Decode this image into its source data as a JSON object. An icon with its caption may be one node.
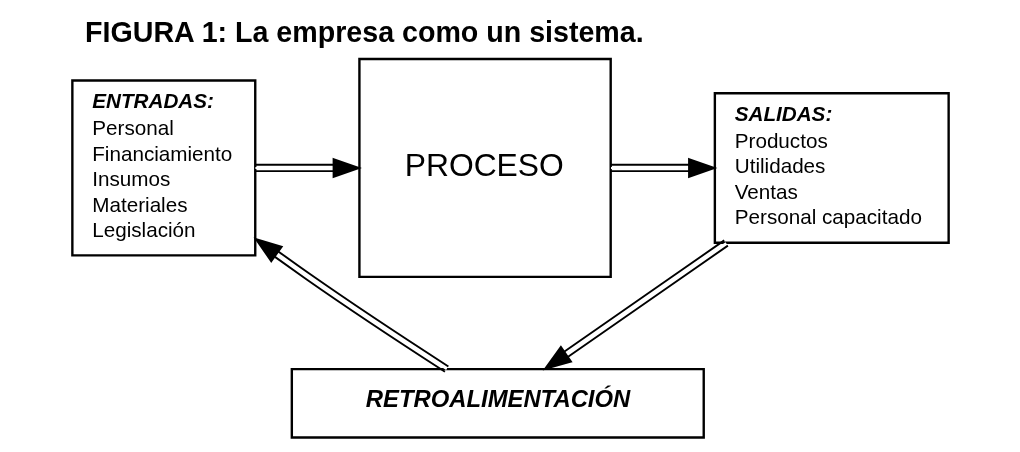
{
  "diagram": {
    "title": "FIGURA 1: La empresa como un sistema.",
    "nodes": [
      {
        "text": [
          "ENTRADAS:",
          "Personal",
          "Financiamiento",
          "Insumos",
          "Materiales",
          "Legislación"
        ]
      },
      {
        "text": [
          "PROCESO"
        ]
      },
      {
        "text": [
          "SALIDAS:",
          "Productos",
          "Utilidades",
          "Ventas",
          "Personal capacitado"
        ]
      },
      {
        "text": [
          "RETROALIMENTACIÓN"
        ]
      }
    ],
    "edges": [
      {
        "from": 0,
        "to": 1,
        "arrow": "to"
      },
      {
        "from": 1,
        "to": 2,
        "arrow": "to"
      },
      {
        "from": 2,
        "to": 3,
        "arrow": "to"
      },
      {
        "from": 3,
        "to": 0,
        "arrow": "to"
      }
    ]
  }
}
